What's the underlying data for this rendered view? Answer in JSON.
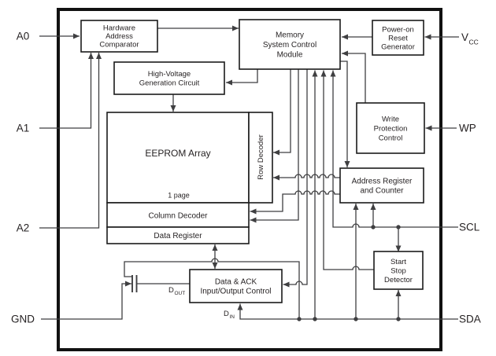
{
  "diagram": {
    "type": "eeprom-functional-block-diagram",
    "pins": {
      "a0": "A0",
      "a1": "A1",
      "a2": "A2",
      "gnd": "GND",
      "vcc_base": "V",
      "vcc_sub": "CC",
      "wp": "WP",
      "scl": "SCL",
      "sda": "SDA"
    },
    "blocks": {
      "hardware_address_comparator": {
        "l1": "Hardware",
        "l2": "Address",
        "l3": "Comparator"
      },
      "memory_system_control_module": {
        "l1": "Memory",
        "l2": "System Control",
        "l3": "Module"
      },
      "power_on_reset_generator": {
        "l1": "Power-on",
        "l2": "Reset",
        "l3": "Generator"
      },
      "high_voltage_generation_circuit": {
        "l1": "High-Voltage",
        "l2": "Generation Circuit"
      },
      "eeprom_array": {
        "l1": "EEPROM Array",
        "page_label": "1 page"
      },
      "row_decoder": {
        "l1": "Row Decoder"
      },
      "column_decoder": {
        "l1": "Column Decoder"
      },
      "data_register": {
        "l1": "Data Register"
      },
      "address_register_and_counter": {
        "l1": "Address Register",
        "l2": "and Counter"
      },
      "write_protection_control": {
        "l1": "Write",
        "l2": "Protection",
        "l3": "Control"
      },
      "start_stop_detector": {
        "l1": "Start",
        "l2": "Stop",
        "l3": "Detector"
      },
      "data_ack_io_control": {
        "l1": "Data & ACK",
        "l2": "Input/Output Control"
      }
    },
    "signals": {
      "dout_base": "D",
      "dout_sub": "OUT",
      "din_base": "D",
      "din_sub": "IN"
    },
    "colors": {
      "background": "#ffffff",
      "wire": "#3f3f41",
      "box_stroke": "#1b1b1b",
      "outline": "#111111",
      "text": "#231f20"
    }
  }
}
